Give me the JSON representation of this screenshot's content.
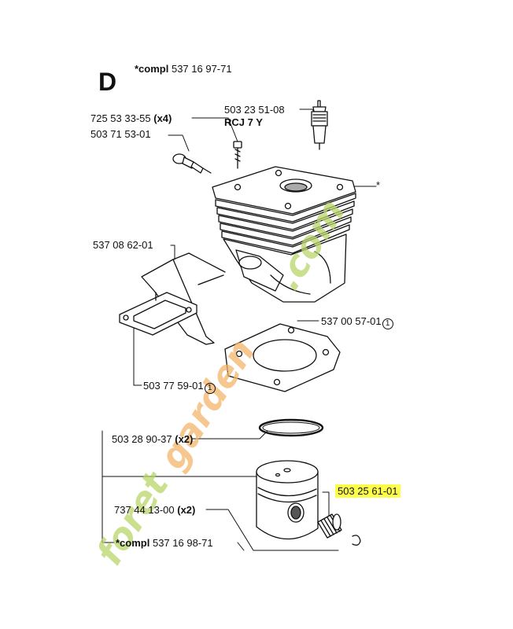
{
  "section": {
    "letter": "D",
    "compl_prefix": "*compl",
    "compl_number": "537 16 97-71"
  },
  "parts": {
    "screw_number": "725 53 33-55",
    "screw_qty": "(x4)",
    "valve_number": "503 71 53-01",
    "plug_number": "503 23 51-08",
    "plug_type": "RCJ 7 Y",
    "heat_shield": "537 08 62-01",
    "cyl_gasket": "537 00 57-01",
    "cyl_gasket_ref": "1",
    "muffler_gasket": "503 77 59-01",
    "muffler_gasket_ref": "1",
    "piston_ring": "503 28 90-37",
    "piston_ring_qty": "(x2)",
    "bearing": "503 25 61-01",
    "circlip": "737 44 13-00",
    "circlip_qty": "(x2)",
    "piston_compl_prefix": "*compl",
    "piston_compl_number": "537 16 98-71",
    "asterisk": "*"
  },
  "colors": {
    "highlight": "#ffff4a",
    "watermark_green": "#b9d66a",
    "watermark_orange": "#f3b46a"
  },
  "watermark": {
    "text": "foretgarden.com"
  }
}
